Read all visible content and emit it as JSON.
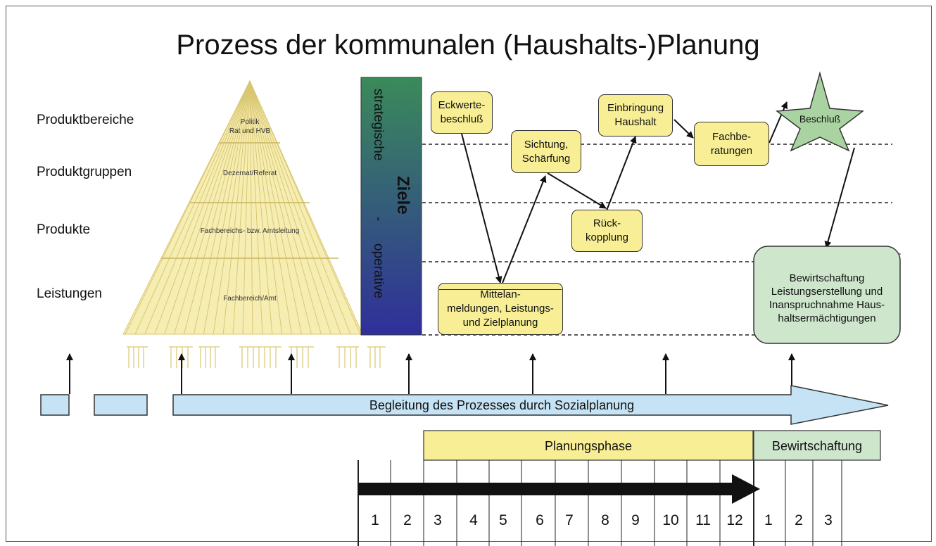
{
  "title": "Prozess der kommunalen (Haushalts-)Planung",
  "levels": [
    "Produktbereiche",
    "Produktgruppen",
    "Produkte",
    "Leistungen"
  ],
  "pyramid": {
    "tier1_line1": "Politik",
    "tier1_line2": "Rat und HVB",
    "tier2": "Dezernat/Referat",
    "tier3": "Fachbereichs- bzw. Amtsleitung",
    "tier4": "Fachbereich/Amt"
  },
  "goals_bar": {
    "strategic": "strategische",
    "dash": "-",
    "operative": "operative",
    "ziele": "Ziele",
    "gradient_top": "#3a8a5a",
    "gradient_bottom": "#2f2f9a"
  },
  "boxes": {
    "eckwerte": "Eckwerte-\nbeschluß",
    "sichtung": "Sichtung,\nSchärfung",
    "einbringung": "Einbringung\nHaushalt",
    "fachberatungen": "Fachbe-\nratungen",
    "rueckkopplung": "Rück-\nkopplung",
    "mittelanmeldungen": "Mittelan-\nmeldungen, Leistungs-\nund Zielplanung",
    "beschluss": "Beschluß",
    "bewirtschaftung_box": "Bewirtschaftung\nLeistungserstellung und\nInanspruchnahme Haus-\nhaltsermächtigungen"
  },
  "process_arrow_label": "Begleitung des Prozesses durch Sozialplanung",
  "phases": {
    "planning": "Planungsphase",
    "execution": "Bewirtschaftung"
  },
  "months": [
    "1",
    "2",
    "3",
    "4",
    "5",
    "6",
    "7",
    "8",
    "9",
    "10",
    "11",
    "12",
    "1",
    "2",
    "3"
  ],
  "colors": {
    "yellow": "#f8ee95",
    "green": "#cde6cc",
    "blue": "#c5e3f4",
    "star": "#a9d4a1"
  }
}
